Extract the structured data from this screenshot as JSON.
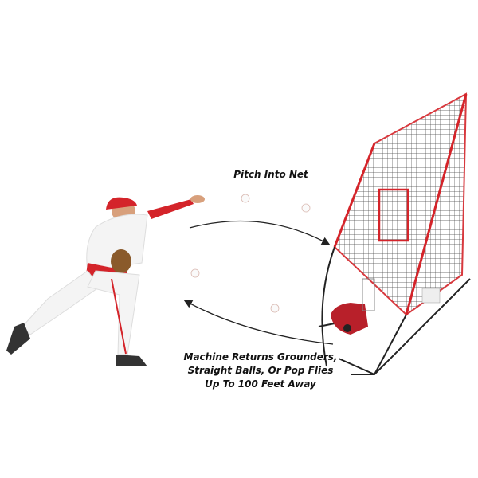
{
  "captions": {
    "pitch": "Pitch Into Net",
    "machine_line1": "Machine Returns Grounders,",
    "machine_line2": "Straight Balls, Or Pop Flies",
    "machine_line3": "Up To 100 Feet Away"
  },
  "colors": {
    "accent_red": "#d4242a",
    "text": "#111111",
    "background": "#ffffff"
  },
  "icons": [
    "pitcher-figure",
    "baseball",
    "net-frame",
    "ball-return-machine",
    "arrow-curve"
  ]
}
